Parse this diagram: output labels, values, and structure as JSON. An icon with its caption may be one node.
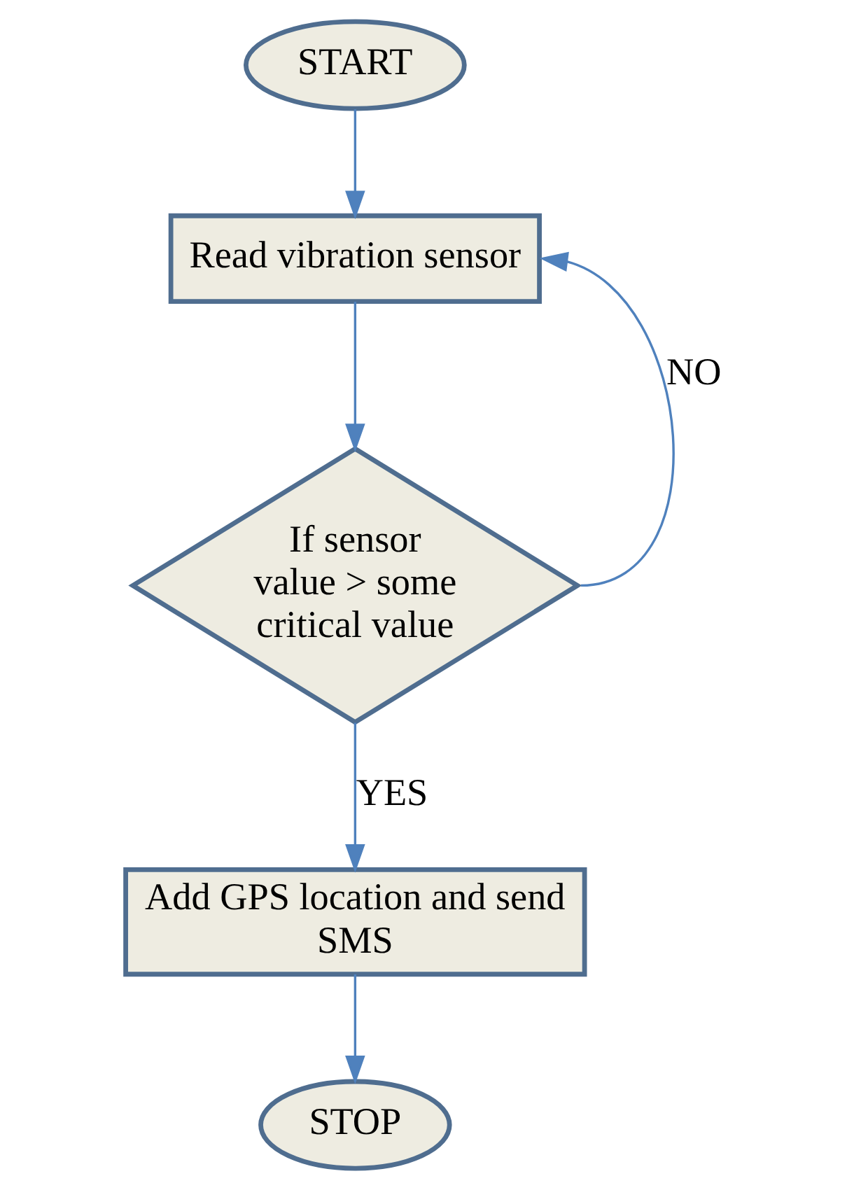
{
  "diagram": {
    "nodes": [
      {
        "text": [
          "START"
        ]
      },
      {
        "text": [
          "Read vibration sensor"
        ]
      },
      {
        "text": [
          "If sensor value > some critical value"
        ]
      },
      {
        "text": [
          "Add GPS location and send SMS"
        ]
      },
      {
        "text": [
          "STOP"
        ]
      }
    ],
    "edges": [
      {
        "from": 0,
        "to": 1,
        "arrow": "to"
      },
      {
        "from": 1,
        "to": 2,
        "arrow": "to"
      },
      {
        "from": 2,
        "to": 1,
        "arrow": "to",
        "label": "NO"
      },
      {
        "from": 2,
        "to": 3,
        "arrow": "to",
        "label": "YES"
      },
      {
        "from": 3,
        "to": 4,
        "arrow": "to"
      }
    ]
  }
}
